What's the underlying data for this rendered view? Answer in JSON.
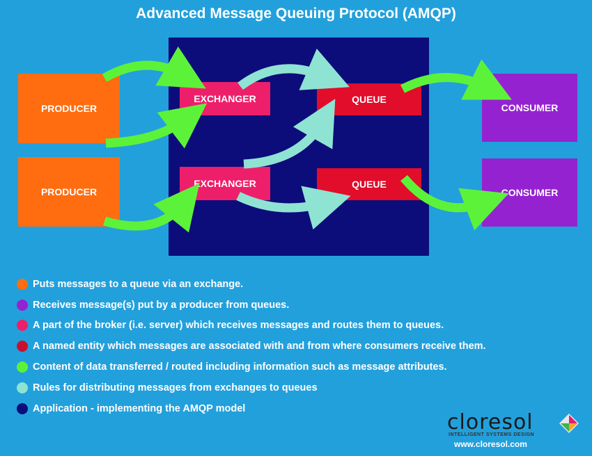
{
  "title": "Advanced Message Queuing Protocol (AMQP)",
  "nodes": {
    "producer_1": "PRODUCER",
    "producer_2": "PRODUCER",
    "exchanger_1": "EXCHANGER",
    "exchanger_2": "EXCHANGER",
    "queue_1": "QUEUE",
    "queue_2": "QUEUE",
    "consumer_1": "CONSUMER",
    "consumer_2": "CONSUMER"
  },
  "colors": {
    "background": "#22a0dc",
    "broker": "#0c0d7a",
    "producer": "#ff6d10",
    "exchanger": "#ee1f6a",
    "queue": "#e10d2a",
    "consumer": "#9522d0",
    "message_arrow": "#5df23a",
    "binding_arrow": "#8fe3d2"
  },
  "legend": [
    {
      "color": "#ff6d10",
      "text": "Puts messages to a queue via an exchange."
    },
    {
      "color": "#9522d0",
      "text": "Receives message(s)  put by a producer  from queues."
    },
    {
      "color": "#ee1f6a",
      "text": "A part of the broker (i.e. server) which receives messages and routes them to queues."
    },
    {
      "color": "#c8102e",
      "text": "A named entity which messages are associated with and from where consumers receive them."
    },
    {
      "color": "#5df23a",
      "text": "Content of data transferred / routed including information such as message attributes."
    },
    {
      "color": "#8fe3d2",
      "text": "Rules for distributing messages from exchanges to queues"
    },
    {
      "color": "#0c0d7a",
      "text": "Application - implementing the AMQP model"
    }
  ],
  "logo": {
    "name": "cloresol",
    "tagline": "INTELLIGENT SYSTEMS DESIGN",
    "url": "www.cloresol.com"
  }
}
